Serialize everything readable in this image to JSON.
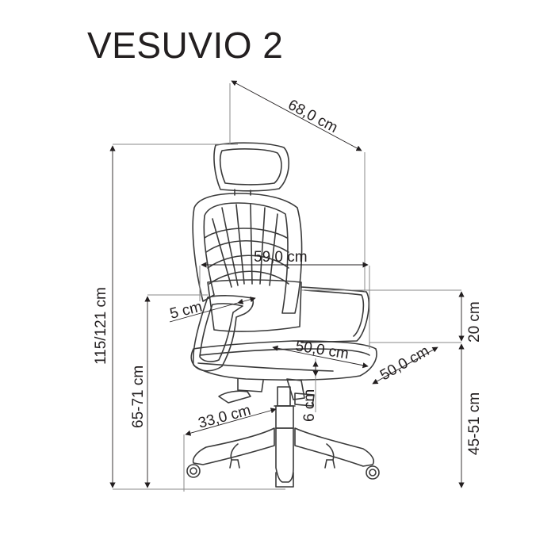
{
  "title": "VESUVIO 2",
  "colors": {
    "ink": "#231f20",
    "dimension_line": "#8a8a8a",
    "chair_outline": "#3a3a3a",
    "background": "#ffffff"
  },
  "dimensions": {
    "depth_overall": "68,0 cm",
    "width_armrest": "59,0 cm",
    "height_total": "115/121 cm",
    "armrest_height": "65-71 cm",
    "armrest_width": "5 cm",
    "seat_depth": "50,0 cm",
    "seat_width": "50,0 cm",
    "backrest_above_seat": "20 cm",
    "seat_height": "45-51 cm",
    "seat_adjust": "6 cm",
    "base_radius": "33,0 cm"
  }
}
